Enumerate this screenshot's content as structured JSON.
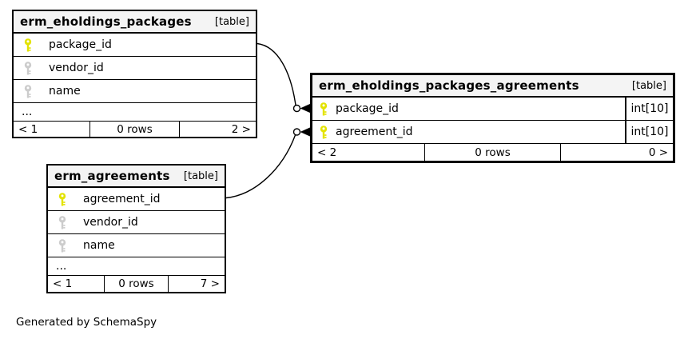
{
  "diagram": {
    "caption": "Generated by SchemaSpy",
    "ellipsis": "..."
  },
  "colors": {
    "primary_key": "#e3e300",
    "index_key": "#cccccc",
    "header_bg": "#f4f4f4",
    "border": "#000000"
  },
  "tables": [
    {
      "name": "erm_eholdings_packages",
      "kind": "[table]",
      "columns": [
        {
          "name": "package_id",
          "key": "primary"
        },
        {
          "name": "vendor_id",
          "key": "index"
        },
        {
          "name": "name",
          "key": "index"
        }
      ],
      "truncated": true,
      "footer": {
        "left": "< 1",
        "center": "0 rows",
        "right": "2 >"
      }
    },
    {
      "name": "erm_eholdings_packages_agreements",
      "kind": "[table]",
      "columns": [
        {
          "name": "package_id",
          "type": "int[10]",
          "key": "primary"
        },
        {
          "name": "agreement_id",
          "type": "int[10]",
          "key": "primary"
        }
      ],
      "truncated": false,
      "footer": {
        "left": "< 2",
        "center": "0 rows",
        "right": "0 >"
      }
    },
    {
      "name": "erm_agreements",
      "kind": "[table]",
      "columns": [
        {
          "name": "agreement_id",
          "key": "primary"
        },
        {
          "name": "vendor_id",
          "key": "index"
        },
        {
          "name": "name",
          "key": "index"
        }
      ],
      "truncated": true,
      "footer": {
        "left": "< 1",
        "center": "0 rows",
        "right": "7 >"
      }
    }
  ],
  "relationships": [
    {
      "from": "erm_eholdings_packages.package_id",
      "to": "erm_eholdings_packages_agreements.package_id"
    },
    {
      "from": "erm_agreements.agreement_id",
      "to": "erm_eholdings_packages_agreements.agreement_id"
    }
  ]
}
